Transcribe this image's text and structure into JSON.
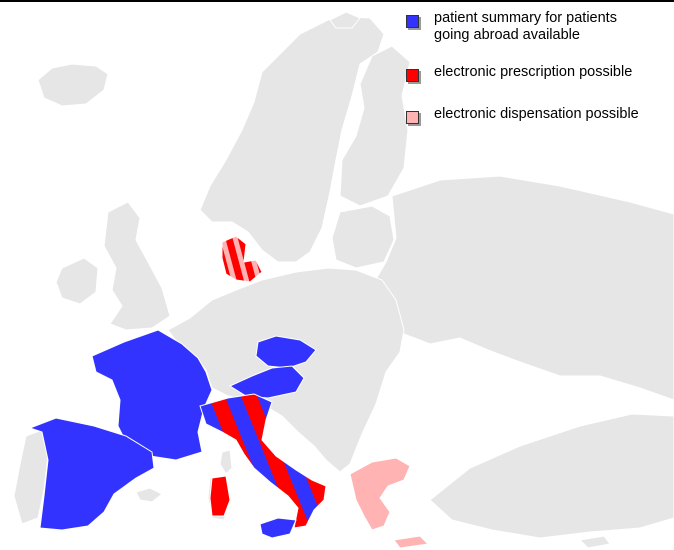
{
  "legend": {
    "items": [
      {
        "lines": [
          "patient summary  for patients",
          "going abroad available"
        ],
        "color": "#3333ff"
      },
      {
        "lines": [
          "electronic prescription possible"
        ],
        "color": "#ff0000"
      },
      {
        "lines": [
          "electronic dispensation possible"
        ],
        "color": "#ffb3b3"
      }
    ]
  },
  "colors": {
    "sea": "#ffffff",
    "land": "#e6e6e6",
    "border": "#ffffff",
    "patient_summary": "#3333ff",
    "e_prescription": "#ff0000",
    "e_dispensation": "#ffb3b3"
  },
  "countries": [
    {
      "name": "France",
      "status": "patient_summary"
    },
    {
      "name": "Spain",
      "status": "patient_summary"
    },
    {
      "name": "Czech Republic",
      "status": "patient_summary"
    },
    {
      "name": "Austria",
      "status": "patient_summary"
    },
    {
      "name": "Italy",
      "status": "patient_summary+e_prescription"
    },
    {
      "name": "Denmark",
      "status": "e_prescription+e_dispensation"
    },
    {
      "name": "Greece",
      "status": "e_dispensation"
    }
  ]
}
